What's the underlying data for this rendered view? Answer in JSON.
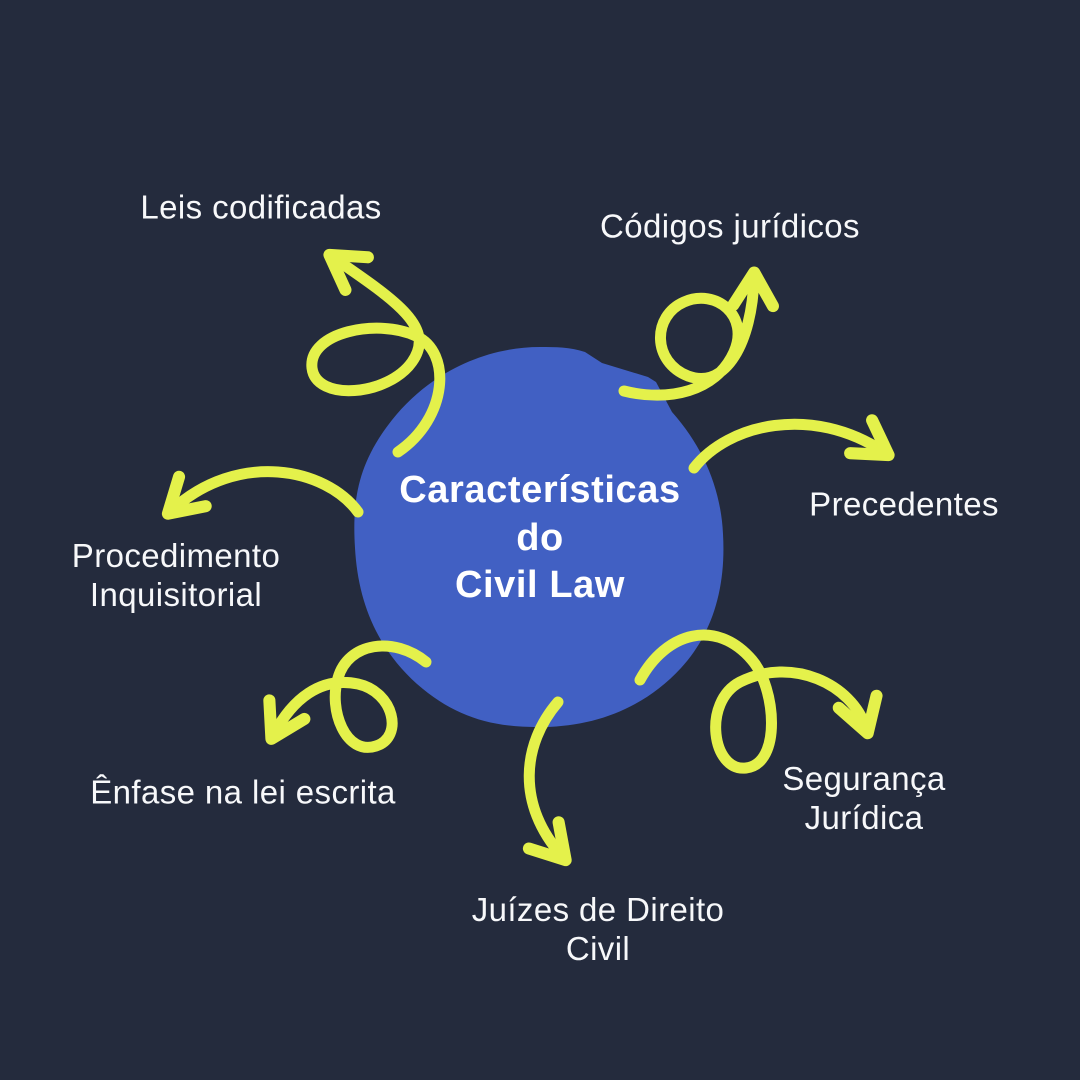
{
  "diagram": {
    "type": "mind-map",
    "center": {
      "title": "Características\ndo\nCivil Law"
    },
    "nodes": [
      {
        "id": "leis-codificadas",
        "label": "Leis codificadas",
        "position": "top-left"
      },
      {
        "id": "codigos-juridicos",
        "label": "Códigos jurídicos",
        "position": "top-right"
      },
      {
        "id": "precedentes",
        "label": "Precedentes",
        "position": "right"
      },
      {
        "id": "seguranca-juridica",
        "label": "Segurança Jurídica",
        "position": "bottom-right"
      },
      {
        "id": "juizes-de-direito-civil",
        "label": "Juízes de Direito\nCivil",
        "position": "bottom"
      },
      {
        "id": "enfase-na-lei-escrita",
        "label": "Ênfase na lei escrita",
        "position": "bottom-left"
      },
      {
        "id": "procedimento-inquisitorial",
        "label": "Procedimento\nInquisitorial",
        "position": "left"
      }
    ],
    "colors": {
      "background": "#242b3d",
      "circle": "#4160c3",
      "arrow": "#e4f14b",
      "text": "#f7f8fa"
    }
  }
}
